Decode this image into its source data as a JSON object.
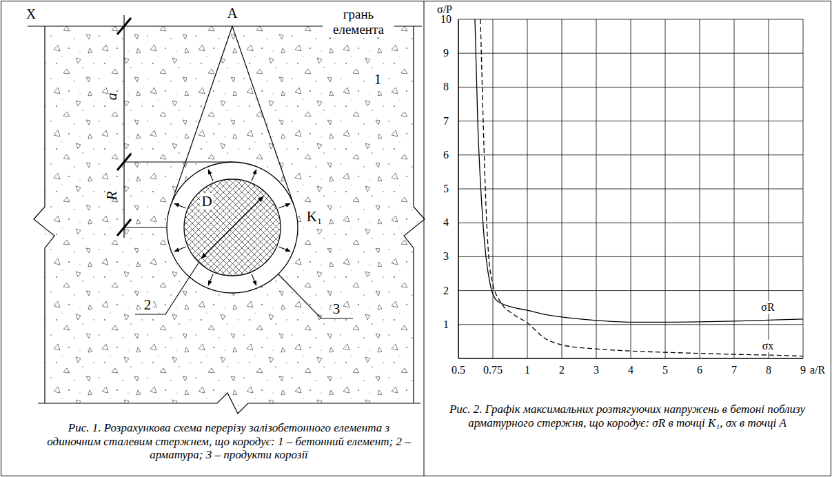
{
  "diagram": {
    "labels": [
      "X",
      "A",
      "грань елемента",
      "1",
      "a",
      "R",
      "D",
      "K₁",
      "2",
      "3",
      "Рис. 1. Розрахункова схема перерізу залізобетонного елемента з одиночним сталевим стержнем, що кородує: 1 – бетонний елемент; 2 – арматура; 3 – продукти корозії",
      "σ/P",
      "10",
      "9",
      "8",
      "7",
      "6",
      "5",
      "4",
      "3",
      "2",
      "1",
      "0.5",
      "0.75",
      "1",
      "2",
      "3",
      "4",
      "5",
      "6",
      "7",
      "8",
      "9",
      "a/R",
      "σR",
      "σx",
      "Рис. 2. Графік максимальних розтягуючих напружень в бетоні поблизу арматурного стержня, що кородує: σR в точці K₁, σx в точці A"
    ]
  }
}
